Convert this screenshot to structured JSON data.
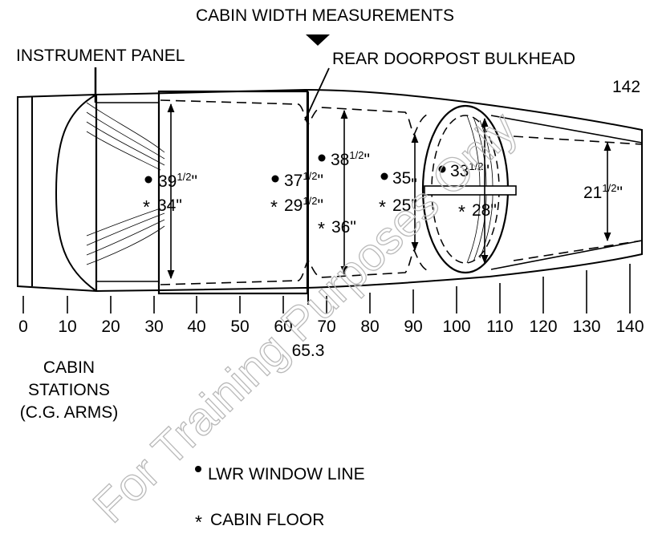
{
  "title": "CABIN WIDTH MEASUREMENTS",
  "labels": {
    "instrument_panel": "INSTRUMENT PANEL",
    "rear_doorpost_bulkhead": "REAR DOORPOST BULKHEAD",
    "station_142": "142",
    "station_65_3": "65.3",
    "cabin_stations": [
      "CABIN",
      "STATIONS",
      "(C.G. ARMS)"
    ]
  },
  "stations": [
    "0",
    "10",
    "20",
    "30",
    "40",
    "50",
    "60",
    "70",
    "80",
    "90",
    "100",
    "110",
    "120",
    "130",
    "140"
  ],
  "measurements": {
    "window": [
      {
        "whole": "39",
        "frac": "1/2",
        "mark": "\""
      },
      {
        "whole": "37",
        "frac": "1/2",
        "mark": "\""
      },
      {
        "whole": "38",
        "frac": "1/2",
        "mark": "\""
      },
      {
        "whole": "35",
        "frac": "",
        "mark": "\""
      },
      {
        "whole": "33",
        "frac": "1/2",
        "mark": "\""
      }
    ],
    "floor": [
      {
        "whole": "34",
        "frac": "",
        "mark": "\""
      },
      {
        "whole": "29",
        "frac": "1/2",
        "mark": "\""
      },
      {
        "whole": "36",
        "frac": "",
        "mark": "\""
      },
      {
        "whole": "25",
        "frac": "",
        "mark": "\""
      },
      {
        "whole": "28",
        "frac": "",
        "mark": "\""
      }
    ],
    "tail": {
      "whole": "21",
      "frac": "1/2",
      "mark": "\""
    }
  },
  "legend": {
    "window_line": "LWR WINDOW LINE",
    "cabin_floor": "CABIN FLOOR"
  },
  "watermark": "For Training Purposes Only"
}
